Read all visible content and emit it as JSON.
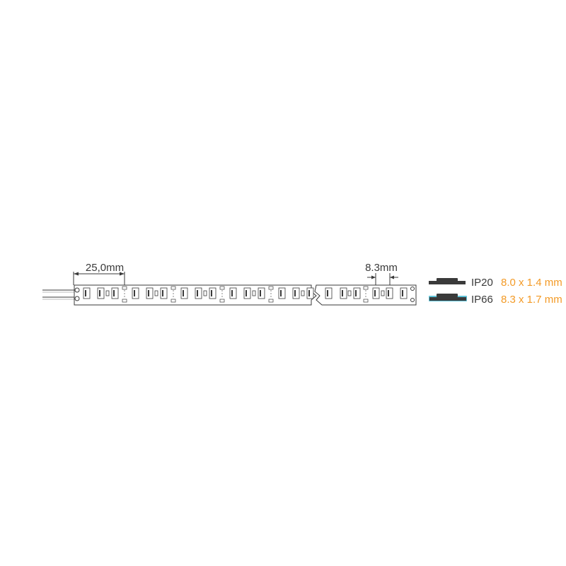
{
  "strip": {
    "segment_pitch_label": "25,0mm",
    "led_pitch_label": "8.3mm"
  },
  "legend": [
    {
      "ip": "IP20",
      "dims": "8.0 x 1.4 mm",
      "profile_color": "#3a3a3a"
    },
    {
      "ip": "IP66",
      "dims": "8.3 x 1.7 mm",
      "profile_color": "#3a3a3a",
      "coating_color": "#5fc3d8"
    }
  ],
  "colors": {
    "line": "#3a3a3a",
    "accent": "#f39a26",
    "coating": "#5fc3d8"
  }
}
